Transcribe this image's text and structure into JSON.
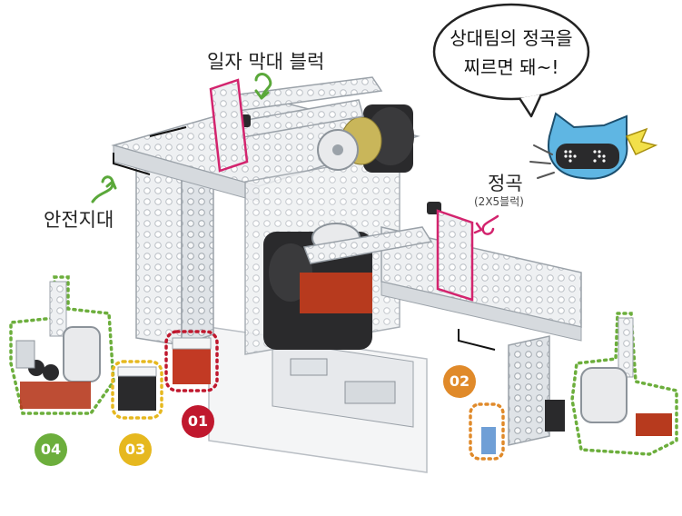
{
  "labels": {
    "bar_block": "일자 막대 블럭",
    "safe_zone": "안전지대",
    "target": "정곡",
    "target_sub": "(2X5블럭)"
  },
  "speech_bubble": {
    "line1": "상대팀의 정곡을",
    "line2": "찌르면 돼~!"
  },
  "badges": {
    "b01": "01",
    "b02": "02",
    "b03": "03",
    "b04": "04"
  },
  "colors": {
    "badge_01": "#c0182e",
    "badge_02": "#e08a2a",
    "badge_03": "#e6b81f",
    "badge_04": "#6cae3c",
    "highlight_pink": "#d3246e",
    "arrow_green": "#5aa83a",
    "dashed_green": "#6cae3c",
    "dashed_yellow": "#e6b81f",
    "dashed_orange": "#e08a2a",
    "dashed_red": "#c0182e",
    "mascot_blue": "#5fb6e3"
  }
}
